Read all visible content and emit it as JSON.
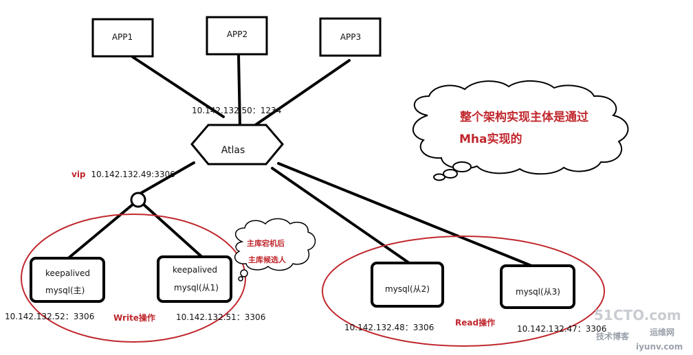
{
  "apps": [
    {
      "label": "APP1"
    },
    {
      "label": "APP2"
    },
    {
      "label": "APP3"
    }
  ],
  "proxy": {
    "label": "Atlas",
    "endpoint": "10.142.132.50：1234",
    "vip_prefix": "vip",
    "vip_address": "10.142.132.49:3306"
  },
  "write_group": {
    "label": "Write操作",
    "nodes": [
      {
        "line1": "keepalived",
        "line2": "mysql(主)",
        "address": "10.142.132.52：3306"
      },
      {
        "line1": "keepalived",
        "line2": "mysql(从1)",
        "address": "10.142.132.51：3306"
      }
    ],
    "note_cloud": {
      "line1": "主库宕机后",
      "line2": "主库候选人"
    }
  },
  "read_group": {
    "label": "Read操作",
    "nodes": [
      {
        "line1": "mysql(从2)",
        "address": "10.142.132.48：3306"
      },
      {
        "line1": "mysql(从3)",
        "address": "10.142.132.47：3306"
      }
    ]
  },
  "main_cloud": {
    "line1": "整个架构实现主体是通过",
    "line2": "Mha实现的"
  },
  "watermark": {
    "line1": "51CTO.com",
    "line2": "技术博客",
    "line3": "运维网",
    "line4": "iyunv.com"
  },
  "colors": {
    "line": "#000000",
    "accent_red": "#c0272d"
  }
}
